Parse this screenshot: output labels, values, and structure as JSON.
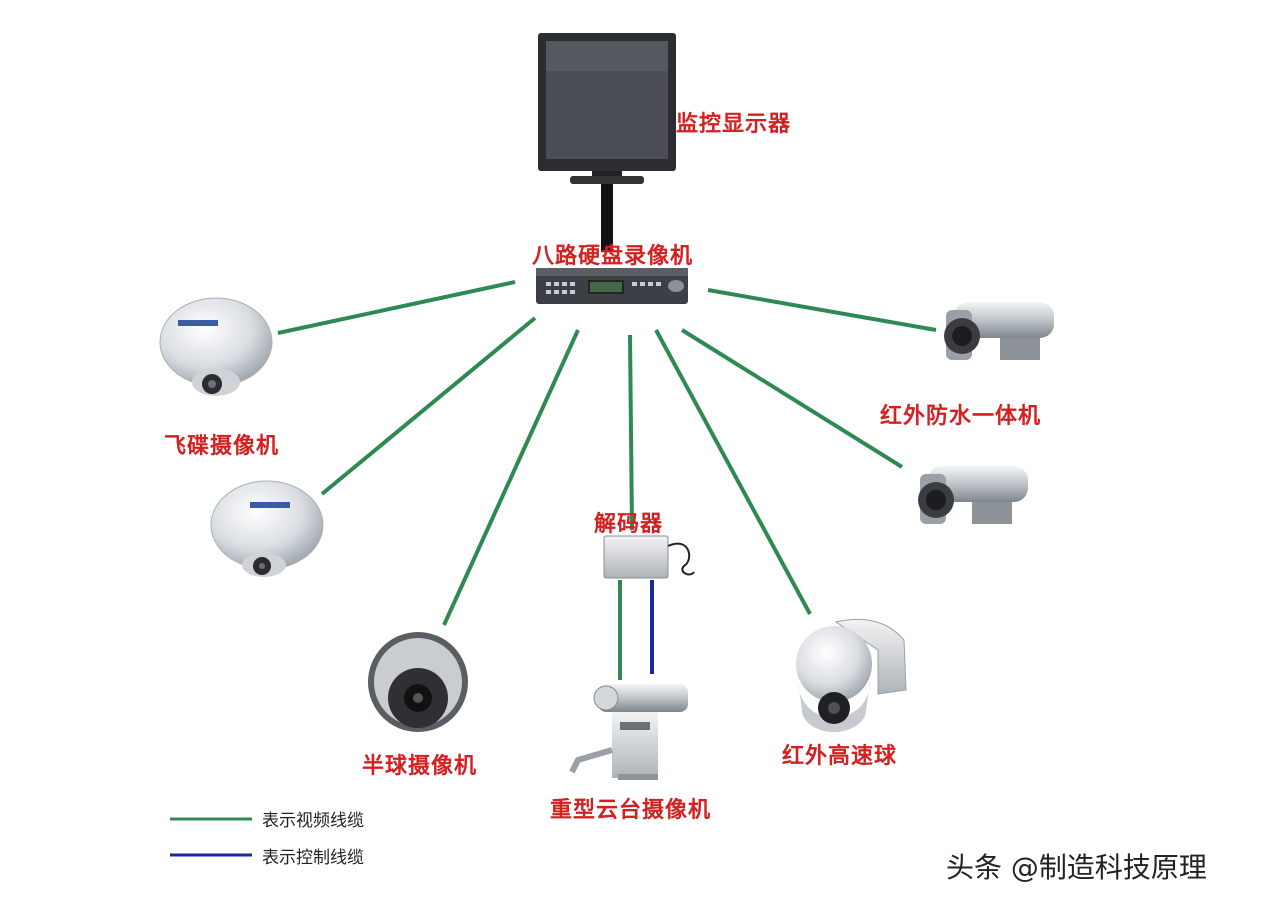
{
  "labels": {
    "monitor": "监控显示器",
    "dvr": "八路硬盘录像机",
    "ufo_camera": "飞碟摄像机",
    "ir_bullet": "红外防水一体机",
    "decoder": "解码器",
    "dome_camera": "半球摄像机",
    "ptz_camera": "重型云台摄像机",
    "ir_speed_dome": "红外高速球"
  },
  "legend": {
    "video_cable": "表示视频线缆",
    "control_cable": "表示控制线缆"
  },
  "colors": {
    "video_cable": "#2e8a52",
    "control_cable": "#1a2a9a",
    "label": "#d42020"
  },
  "watermark": "头条 @制造科技原理"
}
